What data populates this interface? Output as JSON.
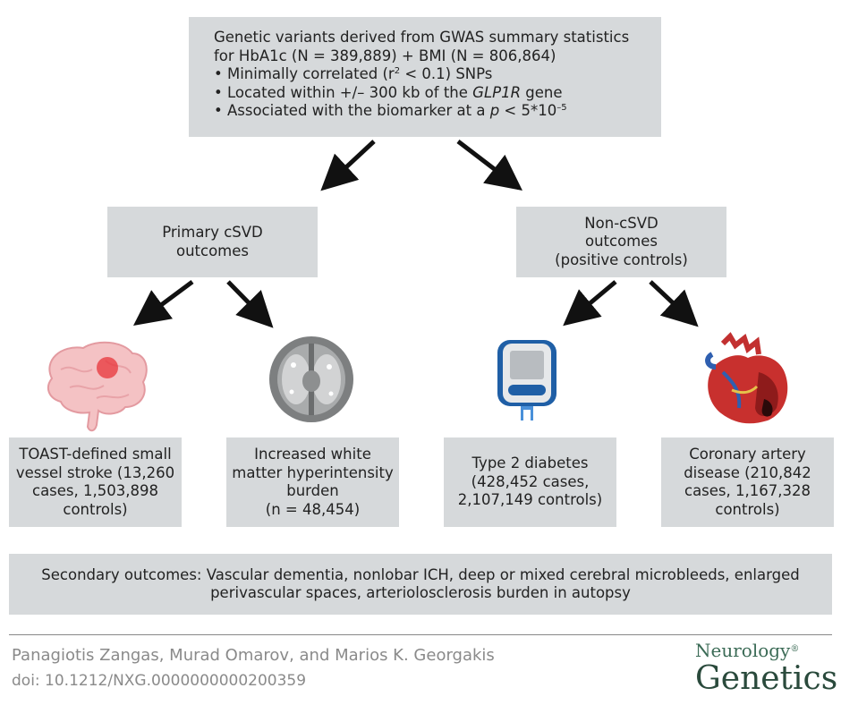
{
  "top_box": {
    "line1": "Genetic variants derived from GWAS summary statistics",
    "line2": "for HbA1c (N = 389,889) + BMI (N = 806,864)",
    "b1_pre": "• Minimally correlated (r",
    "b1_sup": "2",
    "b1_post": " < 0.1) SNPs",
    "b2_pre": "• Located within +/– 300 kb of the ",
    "b2_gene": "GLP1R",
    "b2_post": " gene",
    "b3_pre": "• Associated with the biomarker at a ",
    "b3_p": "p",
    "b3_mid": " < 5*10",
    "b3_sup": "–5"
  },
  "primary": {
    "line1": "Primary cSVD",
    "line2": "outcomes"
  },
  "noncsvd": {
    "line1": "Non-cSVD",
    "line2": "outcomes",
    "line3": "(positive controls)"
  },
  "outcomes": [
    {
      "lines": [
        "TOAST-defined small",
        "vessel stroke (13,260",
        "cases, 1,503,898",
        "controls)"
      ],
      "icon": "brain-icon"
    },
    {
      "lines": [
        "Increased white",
        "matter hyperintensity",
        "burden",
        "(n = 48,454)"
      ],
      "icon": "brain-mri-icon"
    },
    {
      "lines": [
        "Type 2 diabetes",
        "(428,452 cases,",
        "2,107,149 controls)"
      ],
      "icon": "glucometer-icon"
    },
    {
      "lines": [
        "Coronary artery",
        "disease (210,842",
        "cases, 1,167,328",
        "controls)"
      ],
      "icon": "heart-icon"
    }
  ],
  "secondary": {
    "line1": "Secondary outcomes: Vascular dementia, nonlobar ICH, deep or mixed cerebral microbleeds, enlarged",
    "line2": "perivascular spaces, arteriolosclerosis burden in autopsy"
  },
  "footer": {
    "authors": "Panagiotis Zangas, Murad Omarov, and Marios K. Georgakis",
    "doi": "doi: 10.1212/NXG.0000000000200359",
    "brand_top": "Neurology",
    "brand_mark": "®",
    "brand_bottom": "Genetics"
  },
  "colors": {
    "box": "#d6d9db",
    "arrow": "#111111",
    "rule": "#888888",
    "brand": "#3b6b56"
  }
}
